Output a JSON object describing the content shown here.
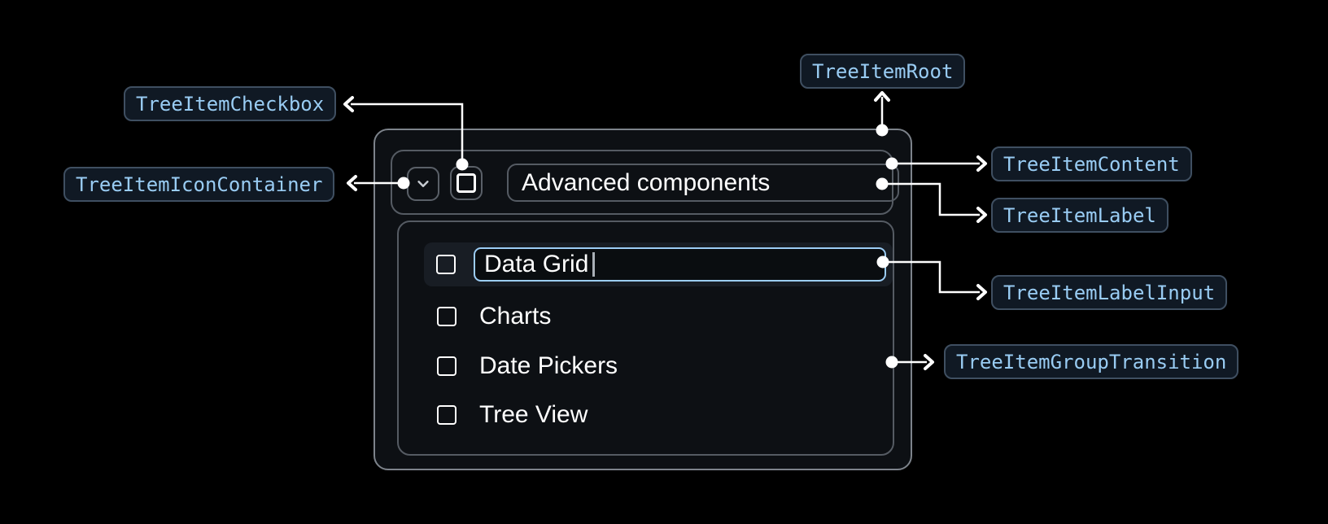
{
  "annotations": {
    "tree_item_root": "TreeItemRoot",
    "tree_item_checkbox": "TreeItemCheckbox",
    "tree_item_icon_container": "TreeItemIconContainer",
    "tree_item_content": "TreeItemContent",
    "tree_item_label": "TreeItemLabel",
    "tree_item_label_input": "TreeItemLabelInput",
    "tree_item_group_transition": "TreeItemGroupTransition"
  },
  "tree": {
    "parent": {
      "label": "Advanced components",
      "expanded": true,
      "checked": false
    },
    "children": [
      {
        "label": "Data Grid",
        "state": "editing",
        "input_value": "Data Grid",
        "checked": false
      },
      {
        "label": "Charts",
        "state": "default",
        "checked": false
      },
      {
        "label": "Date Pickers",
        "state": "default",
        "checked": false
      },
      {
        "label": "Tree View",
        "state": "default",
        "checked": false
      }
    ]
  },
  "icons": {
    "expand_icon": "chevron-down-icon",
    "checkbox_icon": "checkbox-unchecked-icon"
  },
  "colors": {
    "page_bg": "#000000",
    "card_bg": "#0D1014",
    "card_border": "#7D838B",
    "inner_border": "#555B63",
    "annotation_bg": "#101924",
    "annotation_border": "#3F4F61",
    "annotation_text": "#99CCF3",
    "input_border": "#9CCDF5",
    "row_highlight_bg": "#181D24",
    "arrow": "#FFFFFF",
    "text": "#FFFFFF"
  }
}
